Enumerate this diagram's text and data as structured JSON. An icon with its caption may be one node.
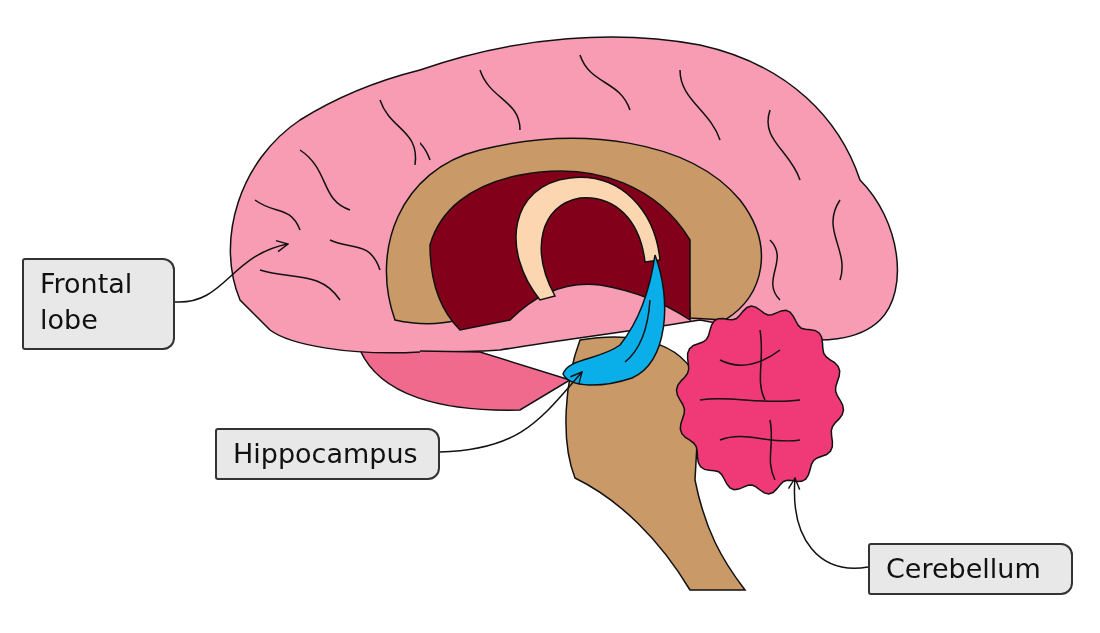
{
  "diagram": {
    "nodes": [
      {
        "text": [
          "Frontal lobe"
        ]
      },
      {
        "text": [],
        "shape": "picture"
      },
      {
        "text": [
          "Hippocampus"
        ]
      },
      {
        "text": [],
        "shape": "picture"
      },
      {
        "text": [
          "Cerebellum"
        ]
      },
      {
        "text": [],
        "shape": "picture"
      }
    ],
    "edges": [
      {
        "from": 0,
        "to": 1,
        "arrow": "to"
      },
      {
        "from": 2,
        "to": 3,
        "arrow": "to"
      },
      {
        "from": 4,
        "to": 5,
        "arrow": "to"
      }
    ]
  }
}
